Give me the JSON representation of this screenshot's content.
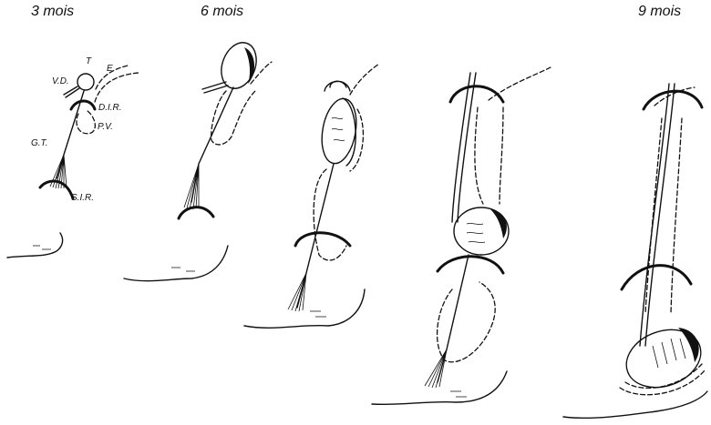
{
  "stages": [
    {
      "label": "3 mois"
    },
    {
      "label": "6 mois"
    },
    {
      "label": "9 mois"
    }
  ],
  "anatomy_labels": {
    "t": "T",
    "e": "E",
    "vd": "V.D.",
    "dir": "D.I.R.",
    "pv": "P.V.",
    "gt": "G.T.",
    "sir": "S.I.R."
  }
}
